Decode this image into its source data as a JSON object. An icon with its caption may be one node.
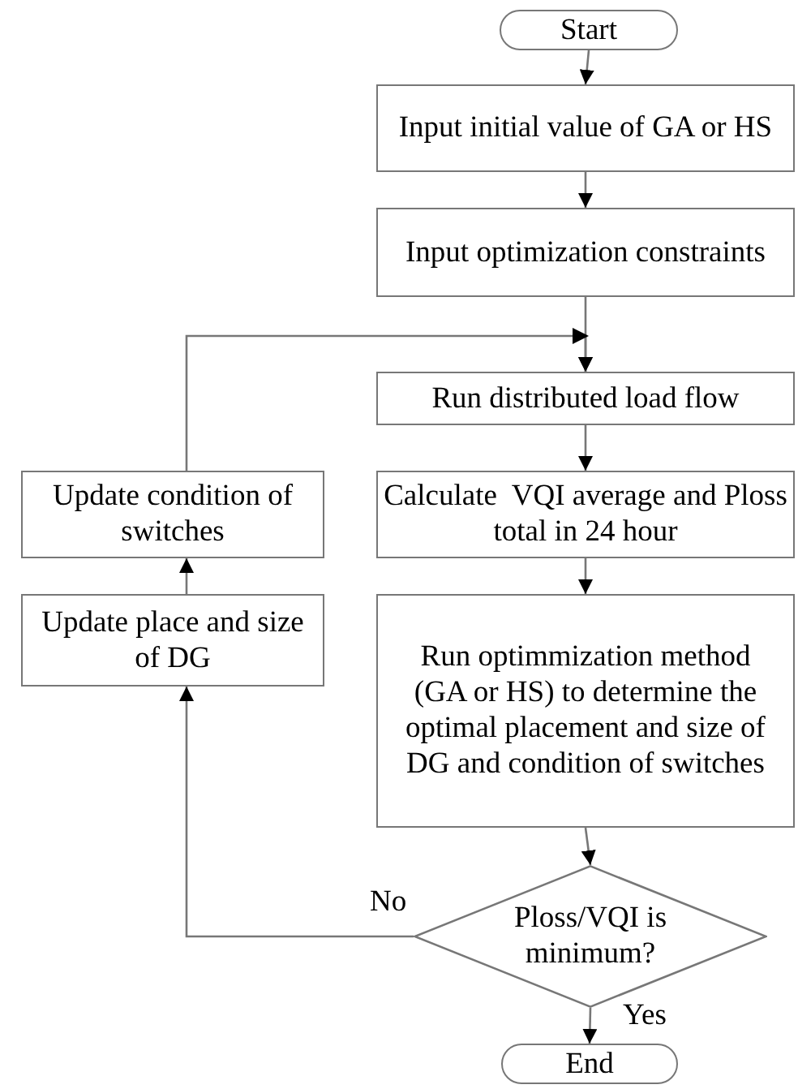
{
  "diagram": {
    "nodes": [
      {
        "text": [
          "Start"
        ]
      },
      {
        "text": [
          "Input initial value of GA or HS"
        ]
      },
      {
        "text": [
          "Input optimization constraints"
        ]
      },
      {
        "text": [
          "Run distributed load flow"
        ]
      },
      {
        "text": [
          "Update condition of switches"
        ]
      },
      {
        "text": [
          "Calculate  VQI average and Ploss total in 24 hour"
        ]
      },
      {
        "text": [
          "Update place and size of DG"
        ]
      },
      {
        "text": [
          "Run optimmization method (GA or HS) to determine the optimal placement and size of DG and condition of switches"
        ]
      },
      {
        "text": [
          "Ploss/VQI is minimum?"
        ]
      },
      {
        "text": [
          "End"
        ]
      }
    ],
    "edges": [
      {
        "from": 0,
        "to": 1,
        "arrow": "to"
      },
      {
        "from": 1,
        "to": 2,
        "arrow": "to"
      },
      {
        "from": 2,
        "to": 3,
        "arrow": "to"
      },
      {
        "from": 3,
        "to": 5,
        "arrow": "to"
      },
      {
        "from": 5,
        "to": 7,
        "arrow": "to"
      },
      {
        "from": 7,
        "to": 8,
        "arrow": "to"
      },
      {
        "from": 8,
        "to": 9,
        "arrow": "to",
        "label": "Yes"
      },
      {
        "from": 8,
        "to": 6,
        "arrow": "to",
        "label": "No"
      },
      {
        "from": 6,
        "to": 4,
        "arrow": "to"
      },
      {
        "from": 4,
        "to": 3,
        "arrow": "to"
      }
    ]
  }
}
